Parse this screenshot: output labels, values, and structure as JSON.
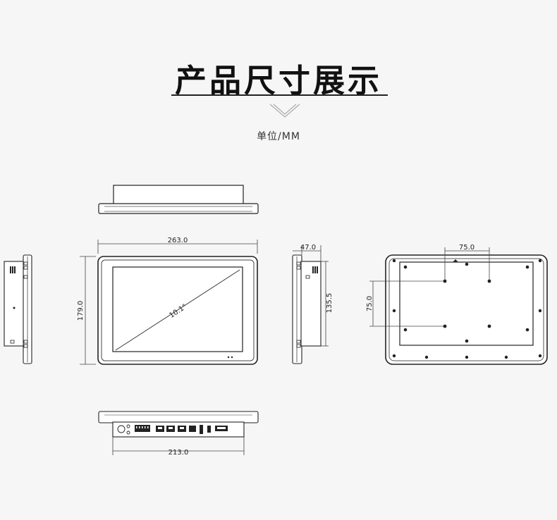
{
  "title": "产品尺寸展示",
  "unit_label": "单位/MM",
  "dimensions": {
    "front_width": "263.0",
    "front_height": "179.0",
    "side_depth": "47.0",
    "side_height": "135.5",
    "vesa_horizontal": "75.0",
    "vesa_vertical": "75.0",
    "bottom_width": "213.0"
  },
  "screen_size": "10.1\""
}
